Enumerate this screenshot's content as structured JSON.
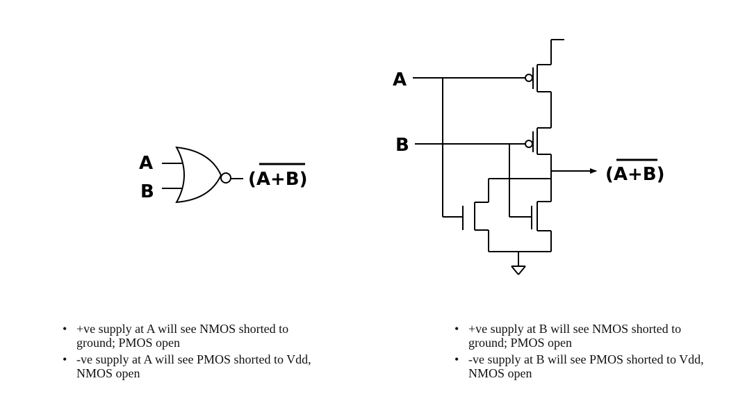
{
  "gate": {
    "input_a": "A",
    "input_b": "B",
    "output": "(A+B)"
  },
  "circuit": {
    "input_a": "A",
    "input_b": "B",
    "output": "(A+B)"
  },
  "notes_left": [
    {
      "bullet": "•",
      "text": "+ve supply at A will see NMOS shorted to ground; PMOS open"
    },
    {
      "bullet": "•",
      "text": "-ve supply at A will see PMOS shorted to Vdd, NMOS open"
    }
  ],
  "notes_right": [
    {
      "bullet": "•",
      "text": "+ve supply at B will see NMOS shorted to ground; PMOS open"
    },
    {
      "bullet": "•",
      "text": "-ve supply at B will see PMOS shorted to Vdd, NMOS open"
    }
  ]
}
